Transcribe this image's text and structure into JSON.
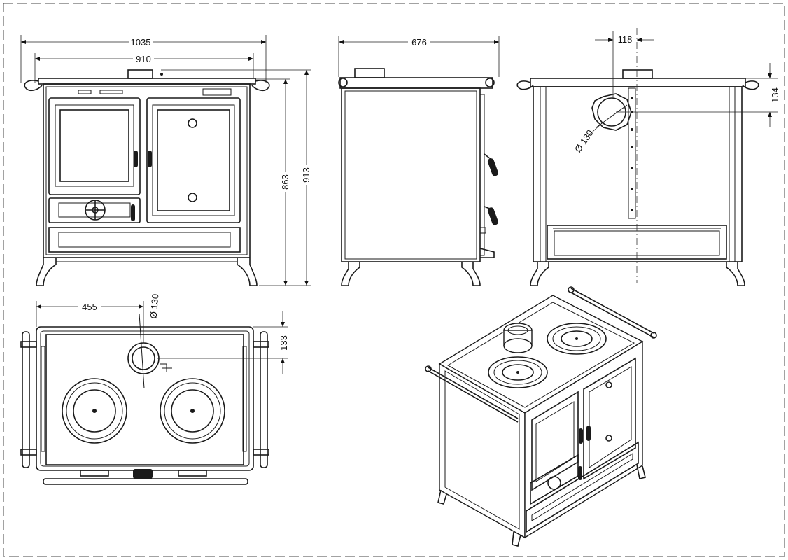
{
  "dimensions": {
    "front_total_width": "1035",
    "front_body_width": "910",
    "front_height_body": "863",
    "front_height_total": "913",
    "side_depth": "676",
    "back_flue_offset": "118",
    "back_flue_height": "134",
    "back_flue_diameter": "Ø 130",
    "top_flue_offset": "455",
    "top_flue_diameter": "Ø 130",
    "top_flue_depth": "133"
  }
}
